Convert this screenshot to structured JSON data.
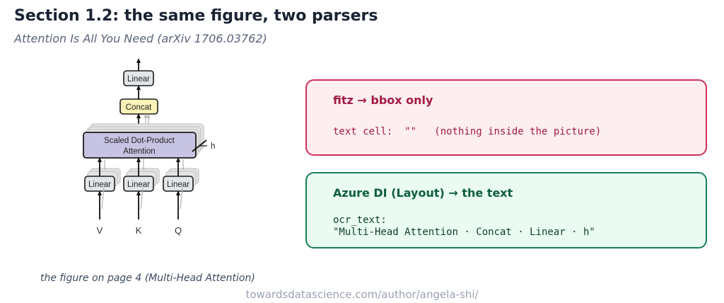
{
  "header": {
    "title": "Section 1.2: the same figure, two parsers",
    "subtitle": "Attention Is All You Need (arXiv 1706.03762)"
  },
  "figure": {
    "caption": "the figure on page 4 (Multi-Head Attention)",
    "blocks": {
      "linear_top": "Linear",
      "concat": "Concat",
      "attention_line1": "Scaled Dot-Product",
      "attention_line2": "Attention",
      "h_label": "h",
      "linear_inputs": [
        "Linear",
        "Linear",
        "Linear"
      ]
    },
    "inputs": [
      "V",
      "K",
      "Q"
    ]
  },
  "cards": {
    "fitz": {
      "title": "fitz  →  bbox only",
      "body": "text cell:  \"\"   (nothing inside the picture)",
      "border_color": "#d42e57",
      "bg_color": "#fdeef0"
    },
    "azure": {
      "title": "Azure DI (Layout)  →  the text",
      "body": "ocr_text:\n\"Multi-Head Attention · Concat · Linear · h\"",
      "border_color": "#17805a",
      "bg_color": "#eafbf1"
    }
  },
  "footer": "towardsdatascience.com/author/angela-shi/"
}
